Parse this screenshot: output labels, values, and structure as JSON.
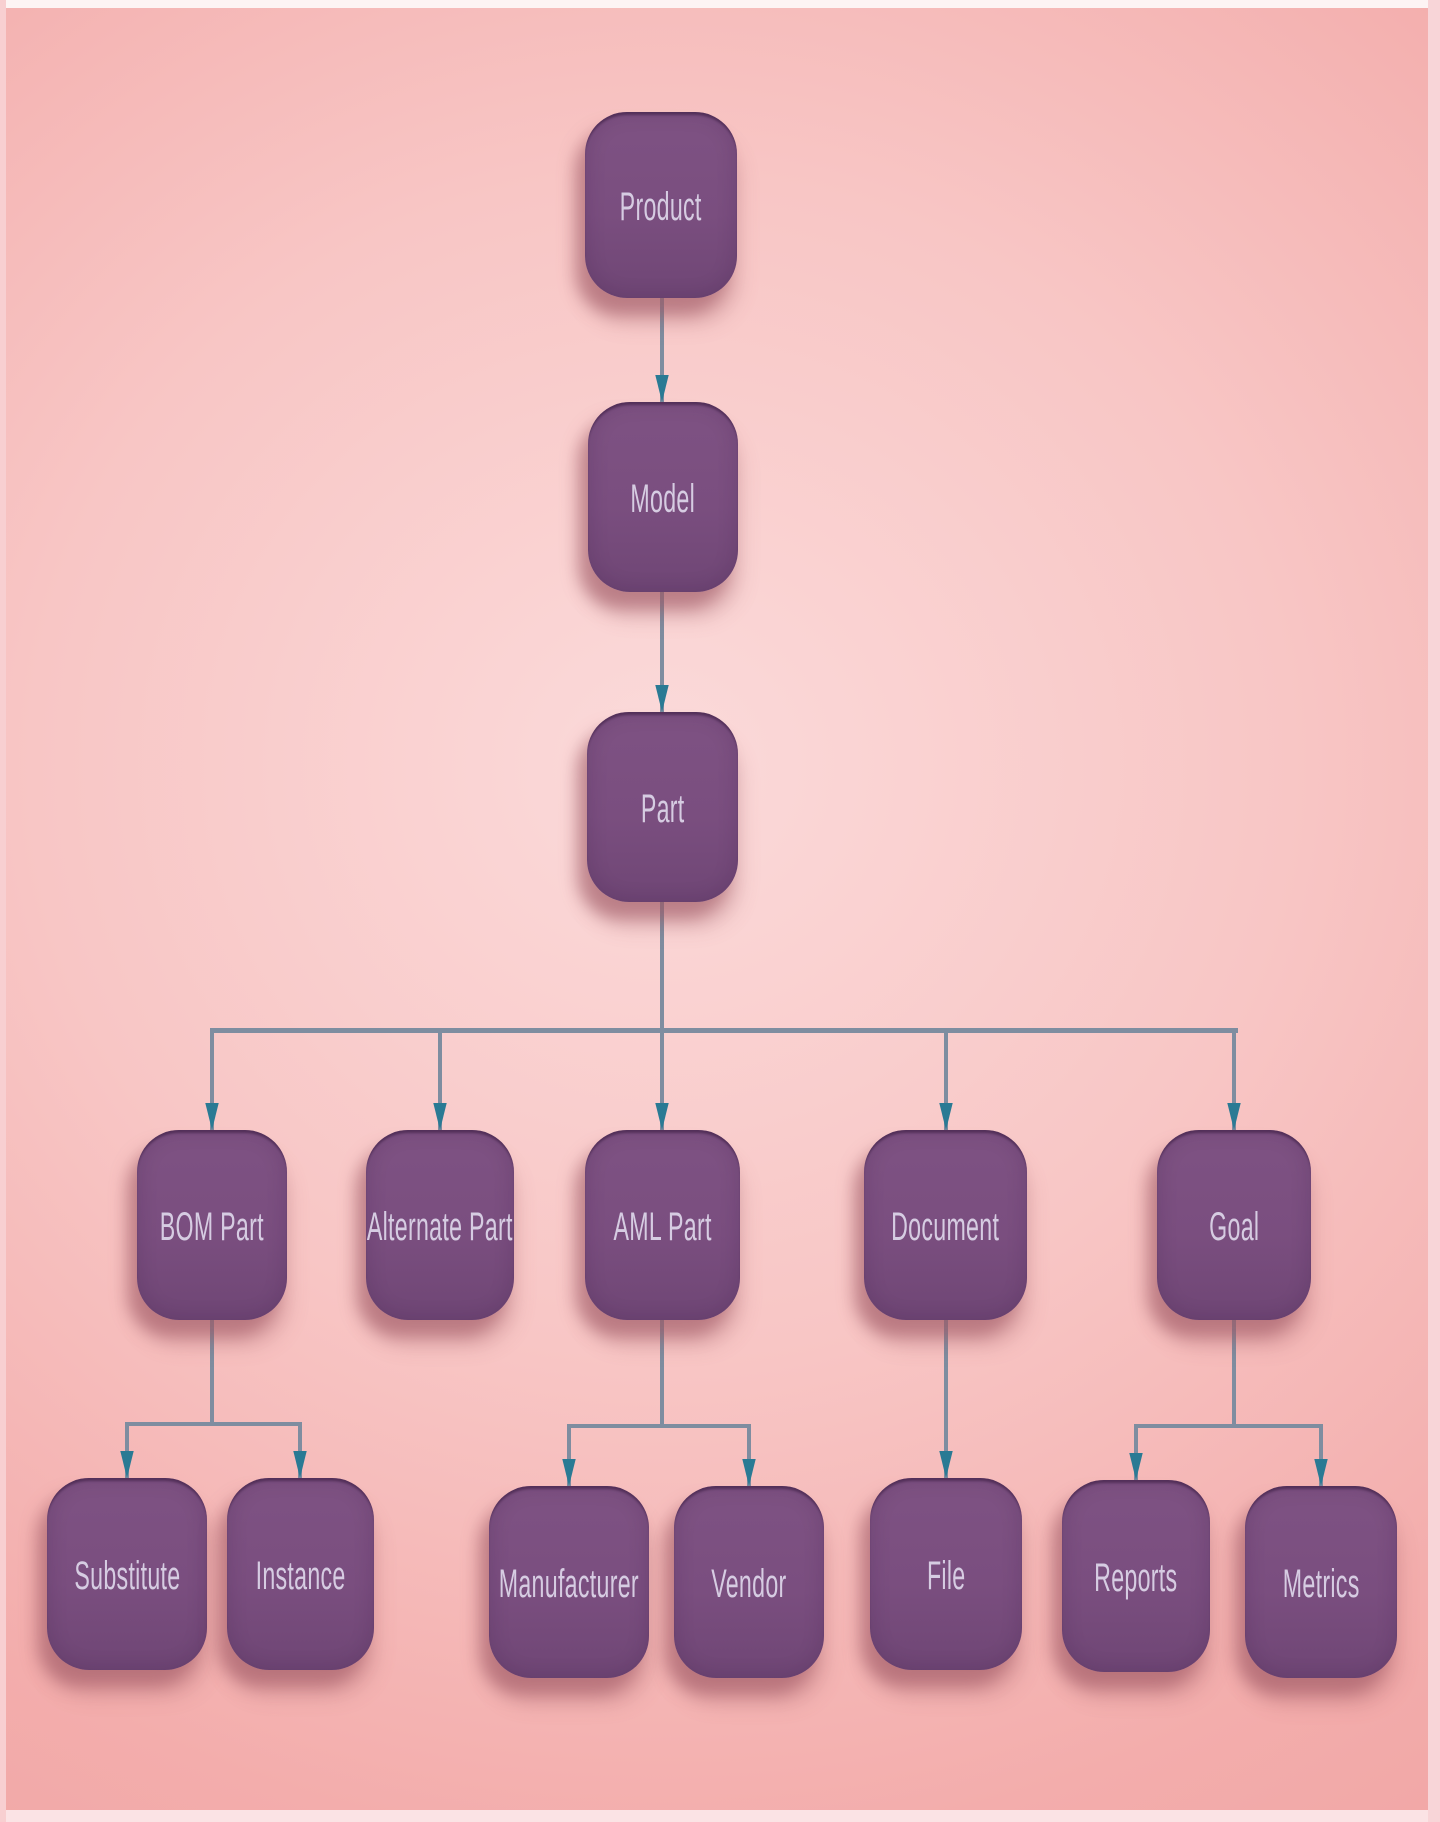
{
  "diagram": {
    "type": "hierarchy",
    "colors": {
      "node_fill": "#7a4e7f",
      "node_text": "#d6cce2",
      "connector": "#7e8da0",
      "arrowhead": "#2a7a94",
      "background_center": "#fbdada",
      "background_edge": "#f0a09f"
    },
    "nodes": {
      "product": {
        "label": "Product"
      },
      "model": {
        "label": "Model"
      },
      "part": {
        "label": "Part"
      },
      "bom_part": {
        "label": "BOM Part"
      },
      "alternate_part": {
        "label": "Alternate Part"
      },
      "aml_part": {
        "label": "AML Part"
      },
      "document": {
        "label": "Document"
      },
      "goal": {
        "label": "Goal"
      },
      "substitute": {
        "label": "Substitute"
      },
      "instance": {
        "label": "Instance"
      },
      "manufacturer": {
        "label": "Manufacturer"
      },
      "vendor": {
        "label": "Vendor"
      },
      "file": {
        "label": "File"
      },
      "reports": {
        "label": "Reports"
      },
      "metrics": {
        "label": "Metrics"
      }
    },
    "edges": [
      {
        "from": "product",
        "to": "model"
      },
      {
        "from": "model",
        "to": "part"
      },
      {
        "from": "part",
        "to": "bom_part"
      },
      {
        "from": "part",
        "to": "alternate_part"
      },
      {
        "from": "part",
        "to": "aml_part"
      },
      {
        "from": "part",
        "to": "document"
      },
      {
        "from": "part",
        "to": "goal"
      },
      {
        "from": "bom_part",
        "to": "substitute"
      },
      {
        "from": "bom_part",
        "to": "instance"
      },
      {
        "from": "aml_part",
        "to": "manufacturer"
      },
      {
        "from": "aml_part",
        "to": "vendor"
      },
      {
        "from": "document",
        "to": "file"
      },
      {
        "from": "goal",
        "to": "reports"
      },
      {
        "from": "goal",
        "to": "metrics"
      }
    ]
  }
}
